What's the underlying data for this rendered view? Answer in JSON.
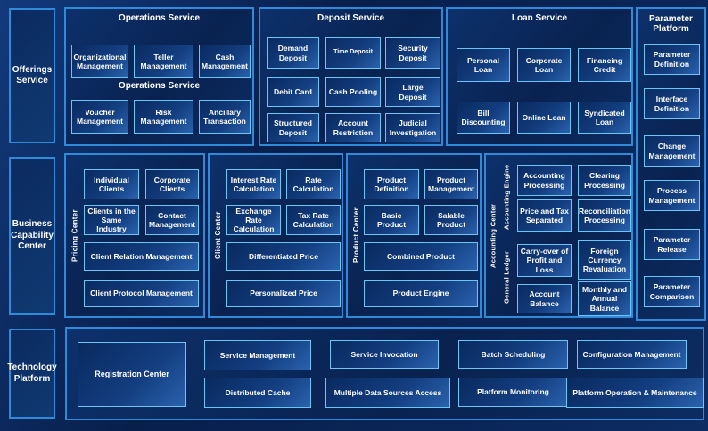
{
  "colors": {
    "page_background": "#0a2557",
    "panel_border": "#2f8bd9",
    "node_border": "#6cc5f2",
    "text": "#ffffff"
  },
  "offerings": {
    "label": "Offerings Service",
    "operations": {
      "title": "Operations Service",
      "subtitle": "Operations Service",
      "row1": [
        "Organizational Management",
        "Teller Management",
        "Cash Management"
      ],
      "row2": [
        "Voucher Management",
        "Risk Management",
        "Ancillary Transaction"
      ]
    },
    "deposit": {
      "title": "Deposit Service",
      "rows": [
        [
          "Demand Deposit",
          "Time Deposit",
          "Security Deposit"
        ],
        [
          "Debit Card",
          "Cash Pooling",
          "Large Deposit"
        ],
        [
          "Structured Deposit",
          "Account Restriction",
          "Judicial Investigation"
        ]
      ]
    },
    "loan": {
      "title": "Loan Service",
      "rows": [
        [
          "Personal Loan",
          "Corporate Loan",
          "Financing Credit"
        ],
        [
          "Bill Discounting",
          "Online Loan",
          "Syndicated Loan"
        ]
      ]
    }
  },
  "parameter_platform": {
    "title": "Parameter Platform",
    "items": [
      "Parameter Definition",
      "Interface Definition",
      "Change Management",
      "Process Management",
      "Parameter Release",
      "Parameter Comparison"
    ]
  },
  "business_capability": {
    "label": "Business Capability Center",
    "pricing_center": {
      "label": "Pricing Center",
      "grid": [
        "Individual Clients",
        "Corporate Clients",
        "Clients in the Same Industry",
        "Contact Management"
      ],
      "wide": [
        "Client Relation Management",
        "Client Protocol Management"
      ]
    },
    "client_center": {
      "label": "Client Center",
      "grid": [
        "Interest Rate Calculation",
        "Rate Calculation",
        "Exchange Rate Calculation",
        "Tax Rate Calculation"
      ],
      "wide": [
        "Differentiated Price",
        "Personalized Price"
      ]
    },
    "product_center": {
      "label": "Product Center",
      "grid": [
        "Product Definition",
        "Product Management",
        "Basic Product",
        "Salable Product"
      ],
      "wide": [
        "Combined Product",
        "Product Engine"
      ]
    },
    "accounting_center": {
      "label": "Accounting Center",
      "accounting_engine": {
        "label": "Accounting Engine",
        "grid": [
          "Accounting Processing",
          "Clearing Processing",
          "Price and Tax Separated",
          "Reconciliation Processing"
        ]
      },
      "general_ledger": {
        "label": "General Ledger",
        "grid": [
          "Carry-over of Profit and Loss",
          "Foreign Currency Revaluation",
          "Account Balance",
          "Monthly and Annual Balance"
        ]
      }
    }
  },
  "technology_platform": {
    "label": "Technology Platform",
    "registration_center": "Registration Center",
    "row1": [
      "Service Management",
      "Service Invocation",
      "Batch Scheduling",
      "Configuration Management"
    ],
    "row2": [
      "Distributed Cache",
      "Multiple Data Sources Access",
      "Platform Monitoring",
      "Platform Operation & Maintenance"
    ]
  }
}
